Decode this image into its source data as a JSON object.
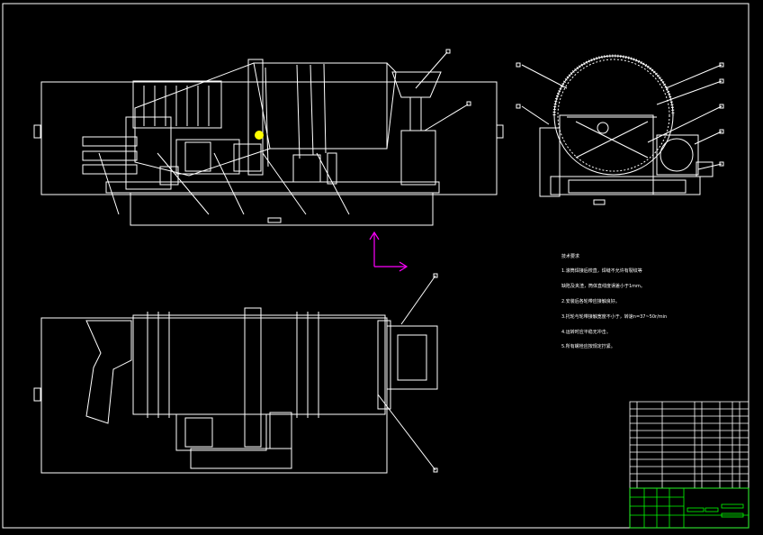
{
  "drawing": {
    "background": "#000000",
    "line_color": "#ffffff",
    "ucs_icon_color": "#ff00ff",
    "highlight_color": "#ffff00",
    "title_block_color": "#00ff00"
  },
  "notes": {
    "title": "技术要求",
    "items": [
      "1.滚筒焊接后校直，焊缝不允许有裂纹等",
      "缺陷及夹渣，筒体直线度误差小于1mm。",
      "2.安装后各轮带应接触良好。",
      "3.托轮与轮带接触宽度不小于，转速n=37~50r/min",
      "4.运转时应平稳无冲击。",
      "5.所有螺栓应按规定拧紧。"
    ]
  },
  "icons": {
    "ucs": "ucs-axis-icon"
  }
}
